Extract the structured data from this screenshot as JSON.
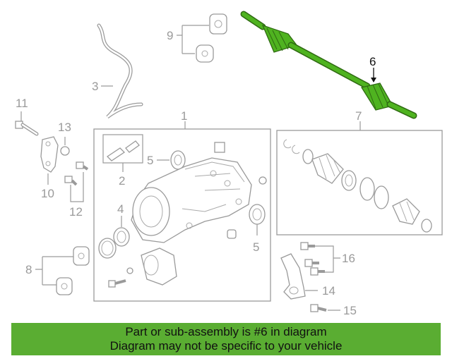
{
  "callouts": {
    "c1": "1",
    "c2": "2",
    "c3": "3",
    "c4": "4",
    "c5a": "5",
    "c5b": "5",
    "c6": "6",
    "c7": "7",
    "c8": "8",
    "c9": "9",
    "c10": "10",
    "c11": "11",
    "c12": "12",
    "c13": "13",
    "c14": "14",
    "c15": "15",
    "c16": "16"
  },
  "highlighted_part": "6",
  "colors": {
    "highlight": "#5aad32",
    "highlight_part": "#4fb320",
    "line": "#9a9a9a"
  },
  "banner": {
    "line1": "Part or sub-assembly is #6 in diagram",
    "line2": "Diagram may not be specific to your vehicle"
  }
}
